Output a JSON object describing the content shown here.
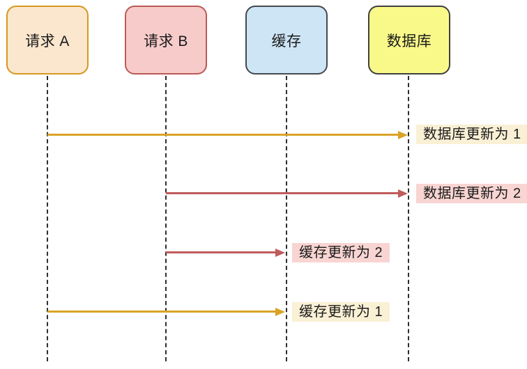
{
  "diagram": {
    "type": "sequence",
    "background": "#ffffff",
    "text_color": "#1a1a1a",
    "lifeline_color": "#2e2e2e",
    "actors": [
      {
        "id": "request-a",
        "label": "请求 A",
        "fill": "#FBE6CE",
        "border": "#D5991F"
      },
      {
        "id": "request-b",
        "label": "请求 B",
        "fill": "#F7CBCA",
        "border": "#BA5A56"
      },
      {
        "id": "cache",
        "label": "缓存",
        "fill": "#CEE5F6",
        "border": "#45484E"
      },
      {
        "id": "database",
        "label": "数据库",
        "fill": "#F9F98A",
        "border": "#3F3F3F"
      }
    ],
    "messages": [
      {
        "from": "请求 A",
        "to": "数据库",
        "label": "数据库更新为 1",
        "arrow_color": "#D9A326",
        "label_bg": "#FAF0D5"
      },
      {
        "from": "请求 B",
        "to": "数据库",
        "label": "数据库更新为 2",
        "arrow_color": "#BF5B5B",
        "label_bg": "#F8D5D2"
      },
      {
        "from": "请求 B",
        "to": "缓存",
        "label": "缓存更新为 2",
        "arrow_color": "#BF5B5B",
        "label_bg": "#F8D5D2"
      },
      {
        "from": "请求 A",
        "to": "缓存",
        "label": "缓存更新为 1",
        "arrow_color": "#D9A326",
        "label_bg": "#FAF0D5"
      }
    ]
  }
}
